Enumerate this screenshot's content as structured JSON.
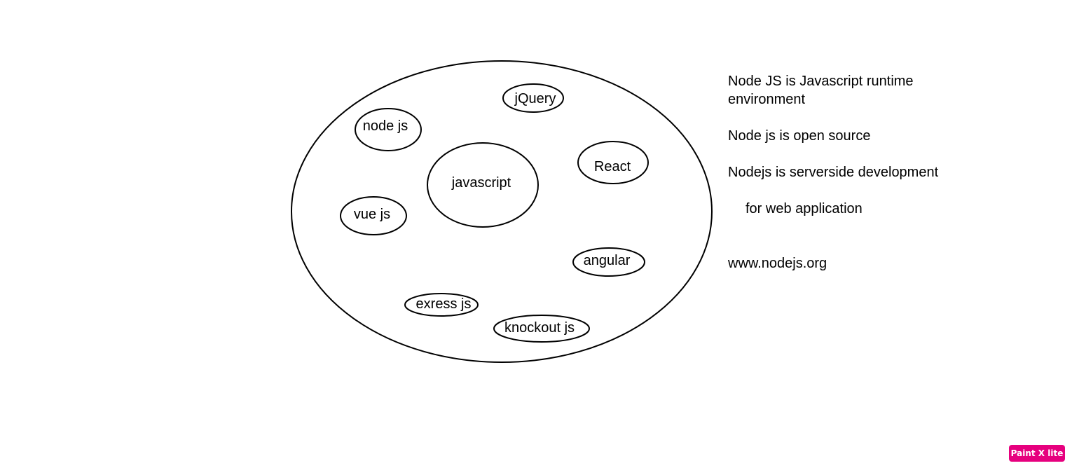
{
  "diagram": {
    "outer": "",
    "nodes": {
      "javascript": "javascript",
      "node_js": "node js",
      "jquery": "jQuery",
      "react": "React",
      "vue_js": "vue js",
      "angular": "angular",
      "express_js": "exress js",
      "knockout_js": "knockout js"
    }
  },
  "notes": {
    "line1": "Node JS is Javascript runtime",
    "line2": "environment",
    "line3": "Node js is open source",
    "line4": "Nodejs is serverside development",
    "line5": "for web application",
    "line6": "www.nodejs.org"
  },
  "watermark": {
    "label": "Paint X lite",
    "color": "#e6007e"
  }
}
